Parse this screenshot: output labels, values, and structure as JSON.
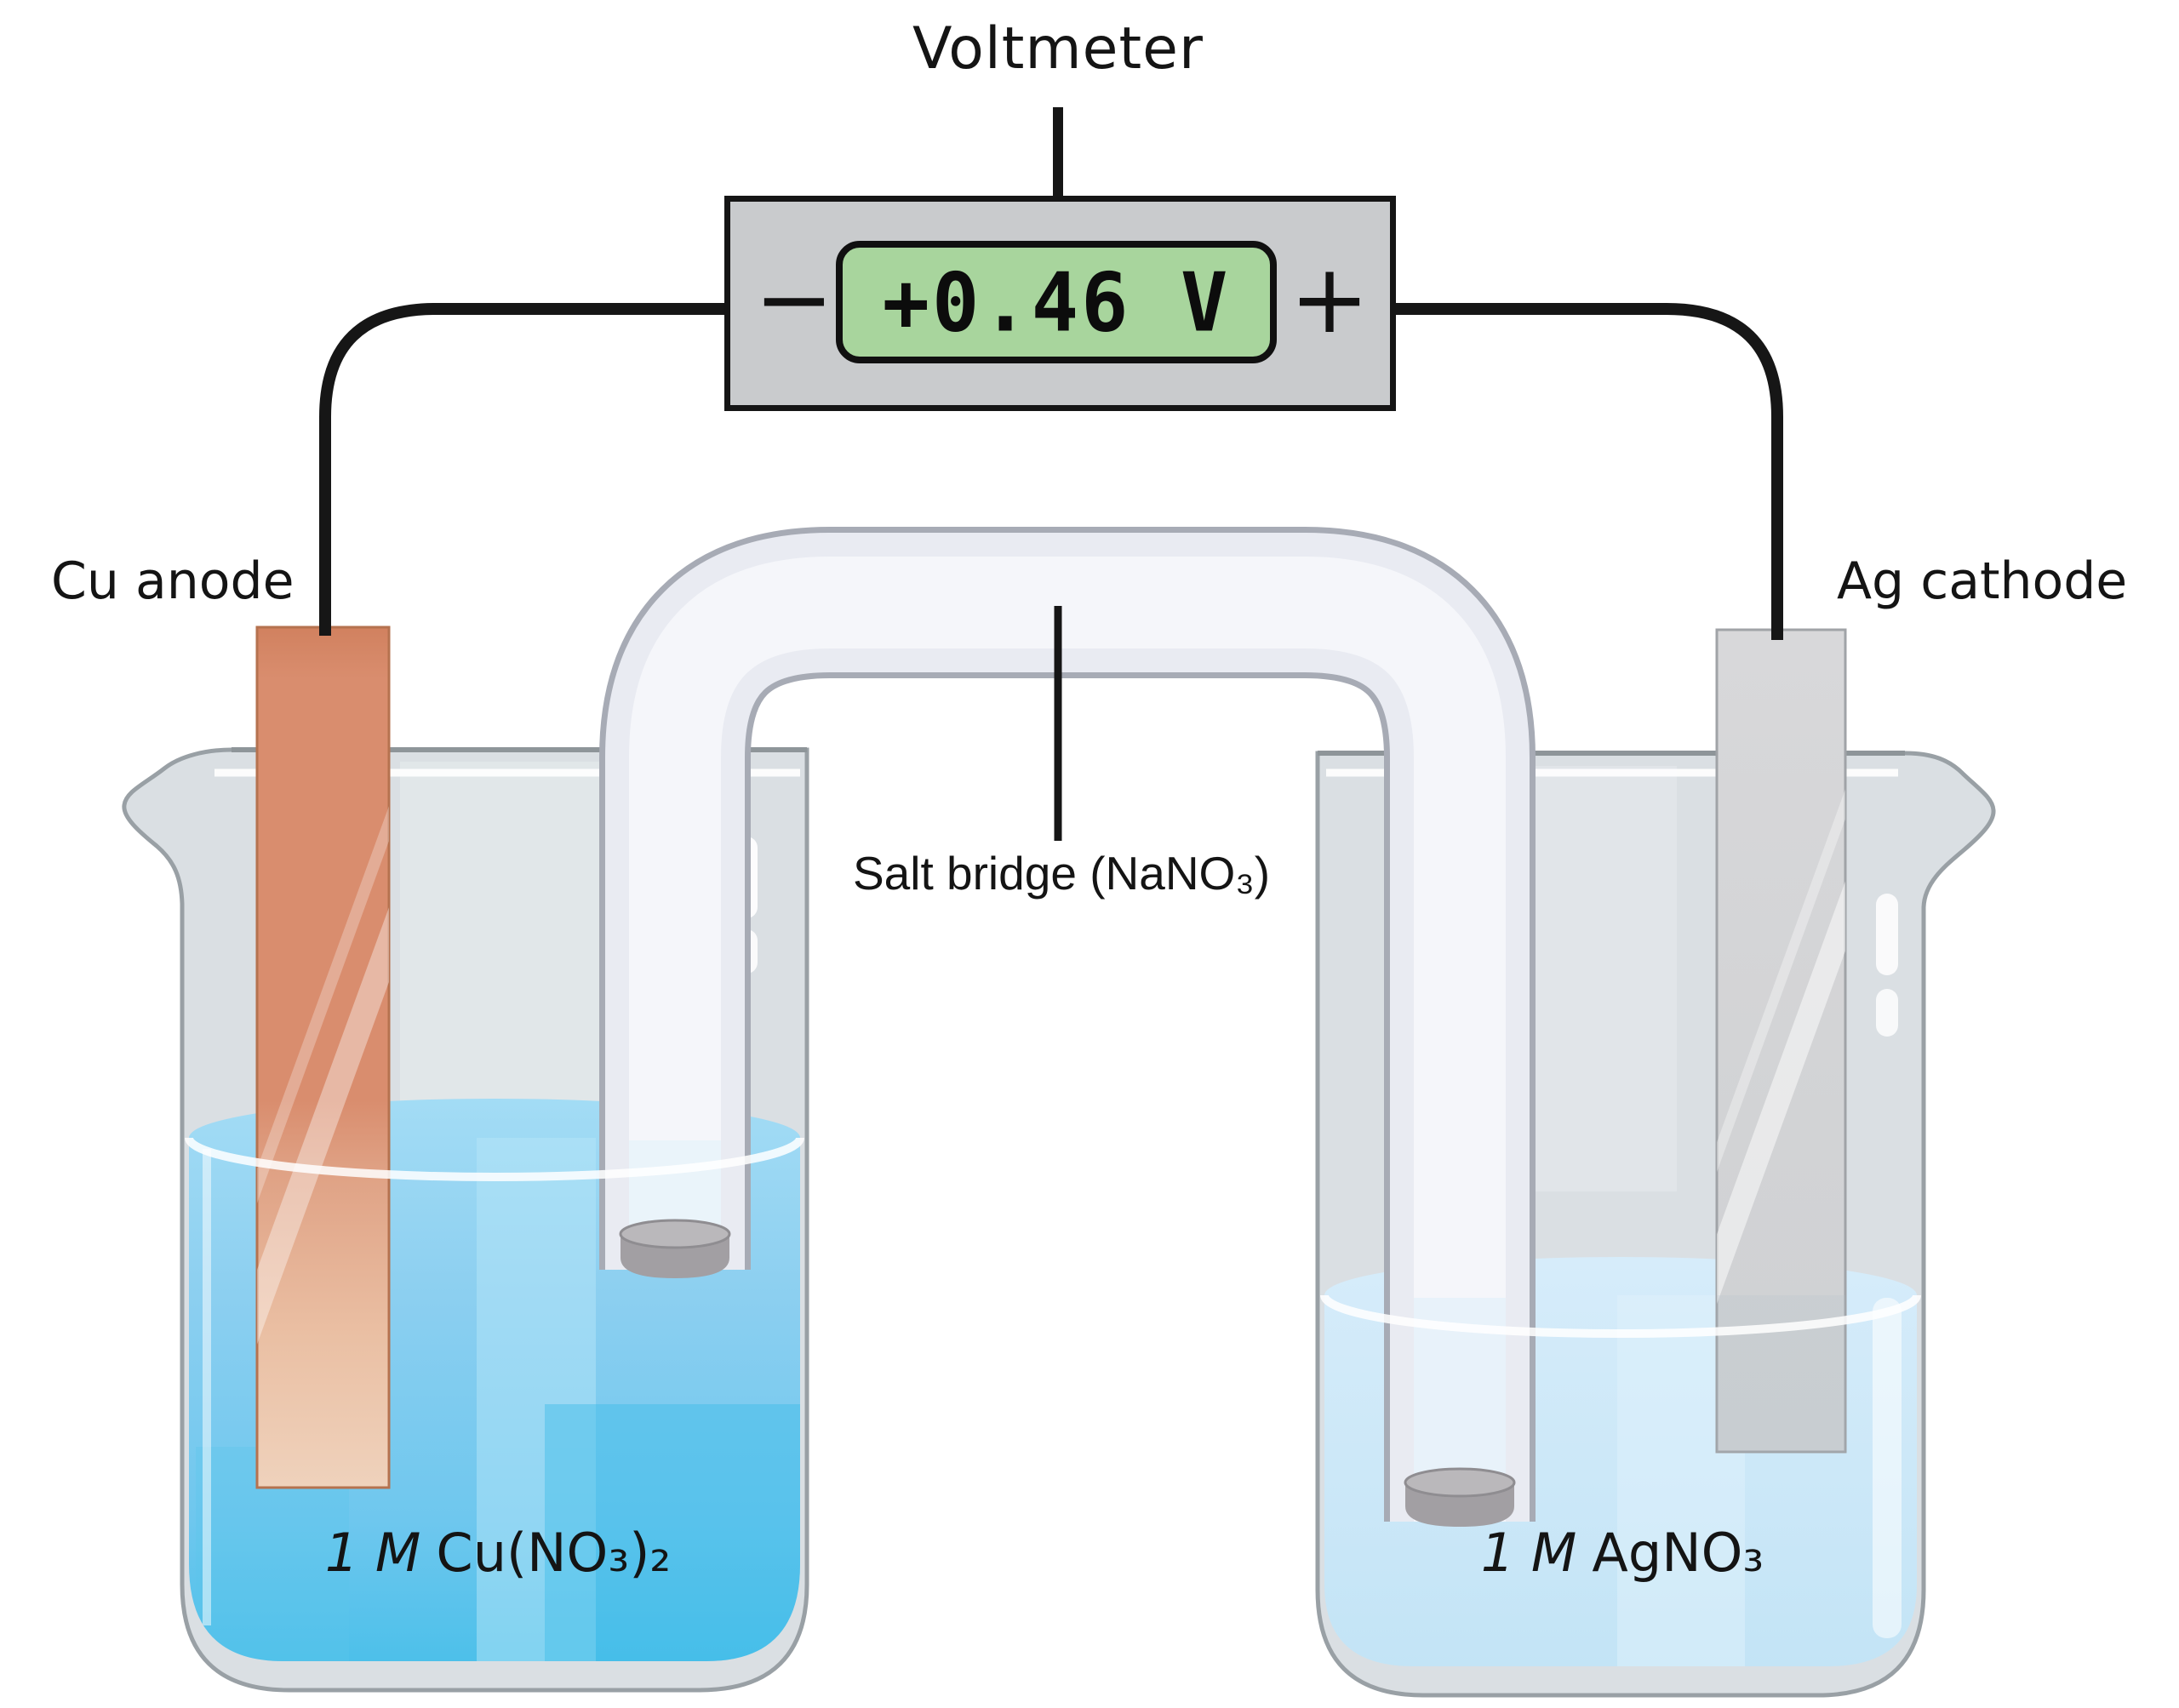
{
  "voltmeter": {
    "title": "Voltmeter",
    "reading": "+0.46 V",
    "minus_terminal": "−",
    "plus_terminal": "+"
  },
  "electrodes": {
    "anode_label": "Cu anode",
    "cathode_label": "Ag cathode"
  },
  "salt_bridge": {
    "label": "Salt bridge (NaNO₃)"
  },
  "solutions": {
    "left": {
      "prefix": "1 M",
      "formula": "Cu(NO₃)₂"
    },
    "right": {
      "prefix": "1 M",
      "formula": "AgNO₃"
    }
  },
  "colors": {
    "meter_body": "#c9cbcd",
    "display_green": "#a8d59d",
    "copper_electrode": "#d98d6e",
    "silver_electrode": "#d4d5d7",
    "left_solution_blue": "#86c9ee",
    "right_solution_blue": "#cfe9f8",
    "glass": "#dadfe3",
    "wire": "#161616"
  }
}
